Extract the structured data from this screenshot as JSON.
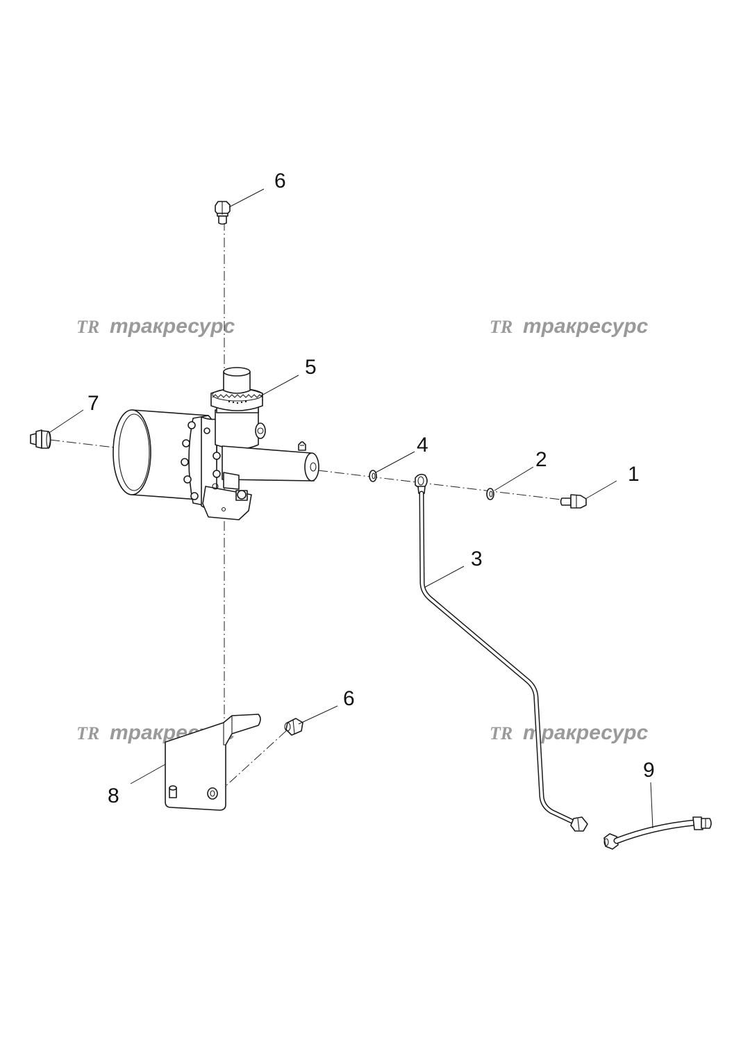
{
  "watermark": {
    "logo": "TR",
    "text": "тракресурс",
    "color": "#9a9a9a"
  },
  "callouts": {
    "c1": "1",
    "c2": "2",
    "c3": "3",
    "c4": "4",
    "c5": "5",
    "c6_top": "6",
    "c6_bottom": "6",
    "c7": "7",
    "c8": "8",
    "c9": "9"
  }
}
